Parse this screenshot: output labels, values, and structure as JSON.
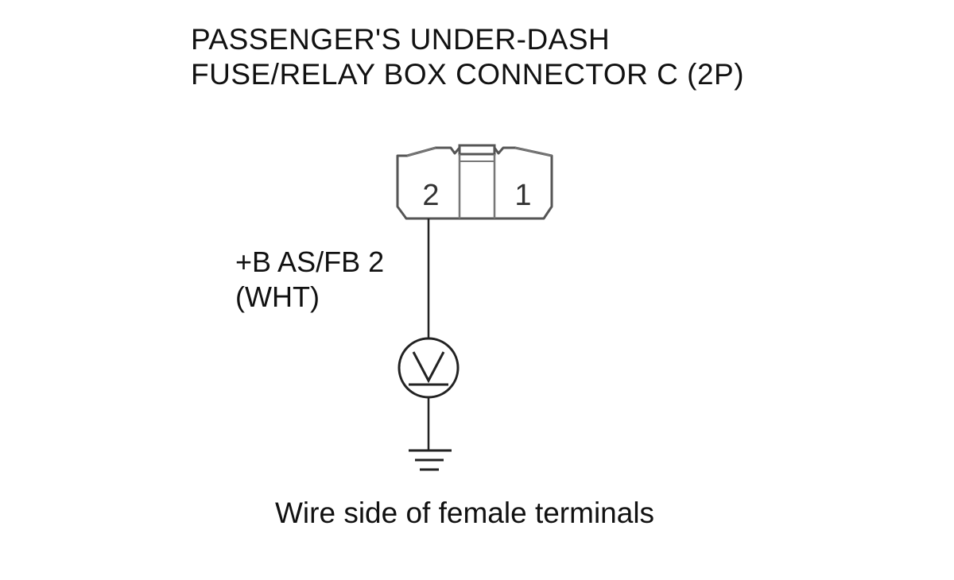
{
  "title": {
    "line1": "PASSENGER'S UNDER-DASH",
    "line2": "FUSE/RELAY BOX CONNECTOR C (2P)"
  },
  "connector": {
    "pins": [
      {
        "number": "2"
      },
      {
        "number": "1"
      }
    ]
  },
  "wire": {
    "signal": "+B AS/FB 2",
    "color": "(WHT)"
  },
  "meter": {
    "symbol": "V",
    "icon": "voltmeter-icon"
  },
  "ground": {
    "icon": "ground-icon"
  },
  "caption": "Wire side of female terminals"
}
